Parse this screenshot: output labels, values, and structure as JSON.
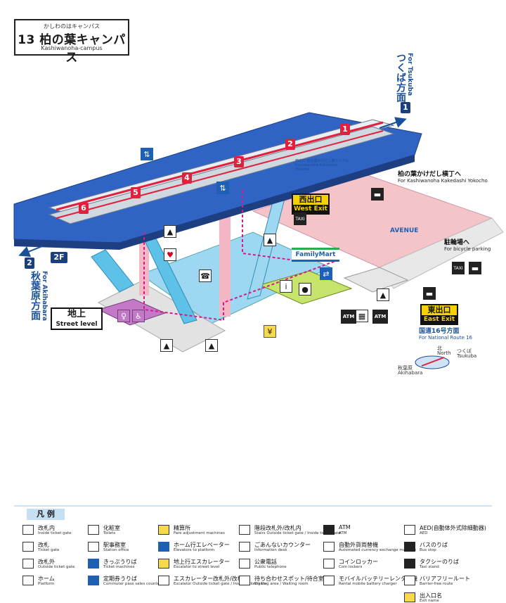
{
  "station": {
    "kana": "かしわのはキャンパス",
    "name": "13 柏の葉キャンパス",
    "roman": "Kashiwanoha-campus"
  },
  "directions": {
    "tsukuba": {
      "jp": "つくば方面",
      "en": "For Tsukuba",
      "platform": "1"
    },
    "akihabara": {
      "jp": "秋葉原方面",
      "en": "For Akihabara",
      "platform": "2"
    }
  },
  "level_tags": {
    "floor2": "2F",
    "street_jp": "地上",
    "street_en": "Street level"
  },
  "car_numbers": [
    "1",
    "2",
    "3",
    "4",
    "5",
    "6"
  ],
  "exits": {
    "west": {
      "jp": "西出口",
      "en": "West Exit"
    },
    "east": {
      "jp": "東出口",
      "en": "East Exit"
    }
  },
  "destinations": {
    "yokocho": {
      "jp": "柏の葉かけだし横丁へ",
      "en": "For Kashiwanoha Kakedashi Yokocho"
    },
    "bicycle": {
      "jp": "駐輪場へ",
      "en": "For bicycle parking"
    },
    "route16": {
      "jp": "国道16号方面",
      "en": "For National Route 16"
    },
    "west_small": "西出口 柏の葉かけだし横丁へ For Kashiwanoha Kakedashi Yokocho"
  },
  "facilities": {
    "familymart": "FamilyMart",
    "avenue": "AVENUE",
    "atm": "ATM",
    "taxi": "TAXI"
  },
  "compass": {
    "north_jp": "北",
    "north_en": "North",
    "tsukuba_jp": "つくば",
    "tsukuba_en": "Tsukuba",
    "akihabara_jp": "秋葉原",
    "akihabara_en": "Akihabara"
  },
  "legend": {
    "title": "凡 例",
    "items": [
      {
        "jp": "改札内",
        "en": "Inside ticket gate",
        "icon": "tx-logo"
      },
      {
        "jp": "改札",
        "en": "Ticket gate",
        "icon": "ticket-gate"
      },
      {
        "jp": "改札外",
        "en": "Outside ticket gate",
        "icon": "ticket-gate"
      },
      {
        "jp": "ホーム",
        "en": "Platform",
        "icon": "platform"
      },
      {
        "jp": "化粧室",
        "en": "Toilets",
        "icon": "toilet"
      },
      {
        "jp": "駅事務室",
        "en": "Station office",
        "icon": "office"
      },
      {
        "jp": "きっぷうりば",
        "en": "Ticket machines",
        "icon": "ticket-machine"
      },
      {
        "jp": "定期券うりば",
        "en": "Commuter pass sales counter",
        "icon": "pass-counter"
      },
      {
        "jp": "精算所",
        "en": "Fare adjustment machines",
        "icon": "fare-adjust"
      },
      {
        "jp": "ホーム行エレベーター",
        "en": "Elevators to platform",
        "icon": "elevator"
      },
      {
        "jp": "地上行エスカレーター",
        "en": "Escalator to street level",
        "icon": "escalator"
      },
      {
        "jp": "エスカレーター改札外/改札内",
        "en": "Escalator Outside ticket gate / Inside ticket gate",
        "icon": "escalator-2"
      },
      {
        "jp": "階段改札外/改札内",
        "en": "Stairs Outside ticket gate / Inside ticket gate",
        "icon": "stairs"
      },
      {
        "jp": "ごあんないカウンター",
        "en": "Information desk",
        "icon": "info"
      },
      {
        "jp": "公衆電話",
        "en": "Public telephone",
        "icon": "phone"
      },
      {
        "jp": "待ち合わせスポット/待合室",
        "en": "Waiting area / Waiting room",
        "icon": "waiting"
      },
      {
        "jp": "ATM",
        "en": "ATM",
        "icon": "atm"
      },
      {
        "jp": "自動外貨両替機",
        "en": "Automated currency exchange machine",
        "icon": "currency"
      },
      {
        "jp": "コインロッカー",
        "en": "Coin lockers",
        "icon": "locker"
      },
      {
        "jp": "モバイルバッテリーレンタル機",
        "en": "Rental mobile battery charger",
        "icon": "battery"
      },
      {
        "jp": "AED(自動体外式除細動器)",
        "en": "AED",
        "icon": "aed"
      },
      {
        "jp": "バスのりば",
        "en": "Bus stop",
        "icon": "bus"
      },
      {
        "jp": "タクシーのりば",
        "en": "Taxi stand",
        "icon": "taxi"
      },
      {
        "jp": "バリアフリールート",
        "en": "Barrier-free route",
        "icon": "barrier-free"
      },
      {
        "jp": "出入口名",
        "en": "Exit name",
        "icon": "exit-name"
      }
    ]
  },
  "colors": {
    "platform": "#2f64c5",
    "concourse": "#8fd0ee",
    "train_stripe": "#e0203c",
    "east_plaza": "#f4c4c8",
    "barrier_free_route": "#d6198c",
    "exit_yellow": "#f6d100"
  }
}
